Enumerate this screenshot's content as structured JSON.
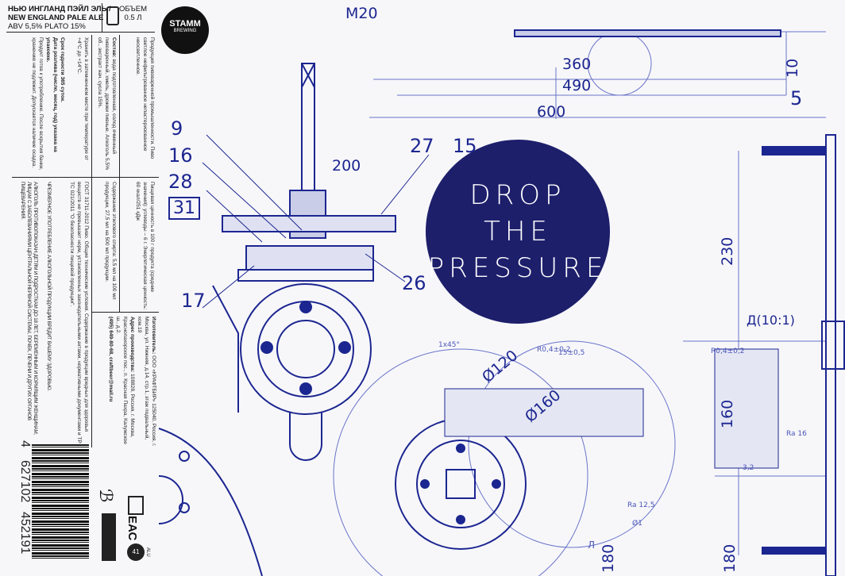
{
  "product": {
    "name_ru": "НЬЮ ИНГЛАНД ПЭЙЛ ЭЛЬ /",
    "name_en": "NEW ENGLAND PALE ALE",
    "specs": "ABV 5,5% PLATO 15%",
    "volume_label": "ОБЪЕМ",
    "volume": "0.5 Л"
  },
  "brand": {
    "logo_text": "STAMM",
    "logo_sub": "BREWING"
  },
  "panel": {
    "product_type": "Продукция пивоваренной промышленности. Пиво светлое нефильтрованное непастеризованное неосветленное.",
    "composition_label": "Состав:",
    "composition": " вода подготовленная, солод ячменный пивоваренный, хмель, дрожжи пивные. Алкоголь 5,5% об., экстракт нач. сусла 15%.",
    "storage": "Хранить в затемненном месте при температуре от +4°С до +14°С.",
    "shelf_life_label": "Срок годности 365 суток.",
    "bottling_date": "Дата розлива (число, месяц, год) указана на упаковке.",
    "ready": "Продукт готов к употреблению. После вскрытия банки, хранению не подлежит. Допускается наличие осадка.",
    "nutrition": "Пищевая ценность в 100 г продукта (средние значения): углеводы – 6 г. Энергетическая ценность: 60 ккал/251 кДж",
    "alcohol_content": "Содержание этилового спирта: 5,5 мл на 100 мл продукции, 27,5 мл на 500 мл продукции.",
    "gost": "ГОСТ 31711-2012 Пиво. Общие технические условия. Содержание в продукции вредных для здоровья веществ не превышает норм, установленных законодательными актами, нормативными документами и ТР ТС 021/2011 \"О безопасности пищевой продукции\".",
    "warning1": "ЧРЕЗМЕРНОЕ УПОТРЕБЛЕНИЕ АЛКОГОЛЬНОЙ ПРОДУКЦИИ ВРЕДИТ ВАШЕМУ ЗДОРОВЬЮ.",
    "warning2": "АЛКОГОЛЬ ПРОТИВОПОКАЗАН ДЕТЯМ И ПОДРОСТКАМ ДО 18 ЛЕТ, БЕРЕМЕННЫМ И КОРМЯЩИМ ЖЕНЩИНАМ, ЛИЦАМ С ЗАБОЛЕВАНИЯМИ ЦЕНТРАЛЬНОЙ НЕРВНОЙ СИСТЕМЫ, ПОЧЕК, ПЕЧЕНИ И ДРУГИХ ОРГАНОВ ПИЩЕВАРЕНИЯ.",
    "maker_label": "Изготовитель:",
    "maker": " ООО «КРАФТБИР» 125040, Россия, г. Москва, ул. Нижняя, д.14, стр.1, этаж подвальный, ком.19",
    "address_label": "Адрес производства:",
    "address": " 108828, Россия, г. Москва, Краснопахорское пос., п. Красная Пахра, Калужское ш., д.2.",
    "contact": "(495) 649-80-68, craftbeer@mail.ru"
  },
  "barcode": {
    "first": "4",
    "left": "627102",
    "right": "452191"
  },
  "marks": {
    "eac": "ЕАС",
    "recycle": "41",
    "recycle_sub": "ALU"
  },
  "circle": {
    "line1": "DROP",
    "line2": "THE",
    "line3": "PRESSURE"
  },
  "drawing": {
    "labels": [
      "M20",
      "360",
      "490",
      "600",
      "10",
      "5",
      "9",
      "16",
      "28",
      "31",
      "200",
      "27",
      "15",
      "17",
      "26",
      "230",
      "Д(10:1)",
      "160",
      "180",
      "Ø120",
      "Ø160",
      "Ra 16",
      "Ra 12,5",
      "Ø1",
      "Л",
      "180",
      "1x45°",
      "R0,4±0,2",
      "15±0,5",
      "R0,4±0,2",
      "3,2"
    ]
  },
  "colors": {
    "ink": "#1c2690",
    "circle": "#1d1f6b",
    "paper": "#f7f7fa"
  }
}
